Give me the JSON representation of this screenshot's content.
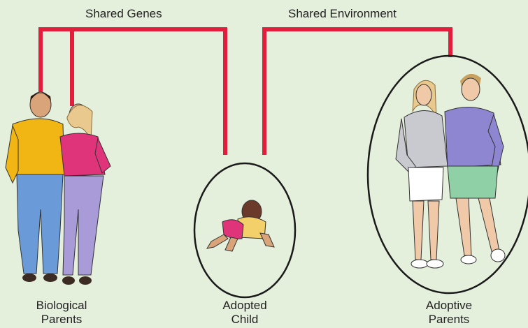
{
  "labels": {
    "shared_genes": "Shared Genes",
    "shared_environment": "Shared Environment"
  },
  "groups": {
    "biological_parents": {
      "line1": "Biological",
      "line2": "Parents"
    },
    "adopted_child": {
      "line1": "Adopted",
      "line2": "Child"
    },
    "adoptive_parents": {
      "line1": "Adoptive",
      "line2": "Parents"
    }
  },
  "colors": {
    "background": "#e4efdc",
    "connector": "#e31d3c",
    "text": "#222222"
  }
}
